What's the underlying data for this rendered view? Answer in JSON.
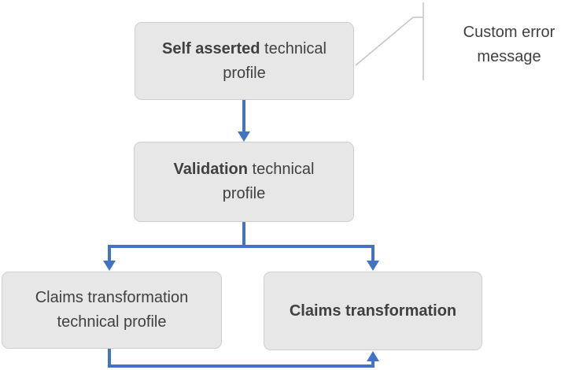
{
  "diagram": {
    "title": "Technical profile flow diagram",
    "nodes": [
      {
        "id": "self-asserted-technical-profile",
        "lines": [
          {
            "bold": "Self asserted",
            "regular": " technical"
          },
          {
            "bold": "",
            "regular": "profile"
          }
        ]
      },
      {
        "id": "validation-technical-profile",
        "lines": [
          {
            "bold": "Validation",
            "regular": " technical"
          },
          {
            "bold": "",
            "regular": "profile"
          }
        ]
      },
      {
        "id": "claims-transformation-technical-profile",
        "lines": [
          {
            "bold": "",
            "regular": "Claims transformation"
          },
          {
            "bold": "",
            "regular": "technical profile"
          }
        ]
      },
      {
        "id": "claims-transformation",
        "lines": [
          {
            "bold": "Claims transformation",
            "regular": ""
          }
        ]
      }
    ],
    "callout": {
      "label": "Custom error message",
      "attached_to": "self-asserted-technical-profile"
    },
    "edges": [
      {
        "from": "self-asserted-technical-profile",
        "to": "validation-technical-profile",
        "direction": "down"
      },
      {
        "from": "validation-technical-profile",
        "to": "claims-transformation-technical-profile",
        "direction": "down"
      },
      {
        "from": "validation-technical-profile",
        "to": "claims-transformation",
        "direction": "down"
      },
      {
        "from": "claims-transformation-technical-profile",
        "to": "claims-transformation",
        "direction": "up-into-bottom"
      }
    ],
    "colors": {
      "arrow": "#4472c4",
      "node_fill": "#e7e7e7",
      "node_border": "#cfcfcf",
      "text": "#404040",
      "callout_line": "#c4c4c4",
      "background": "#ffffff"
    }
  }
}
